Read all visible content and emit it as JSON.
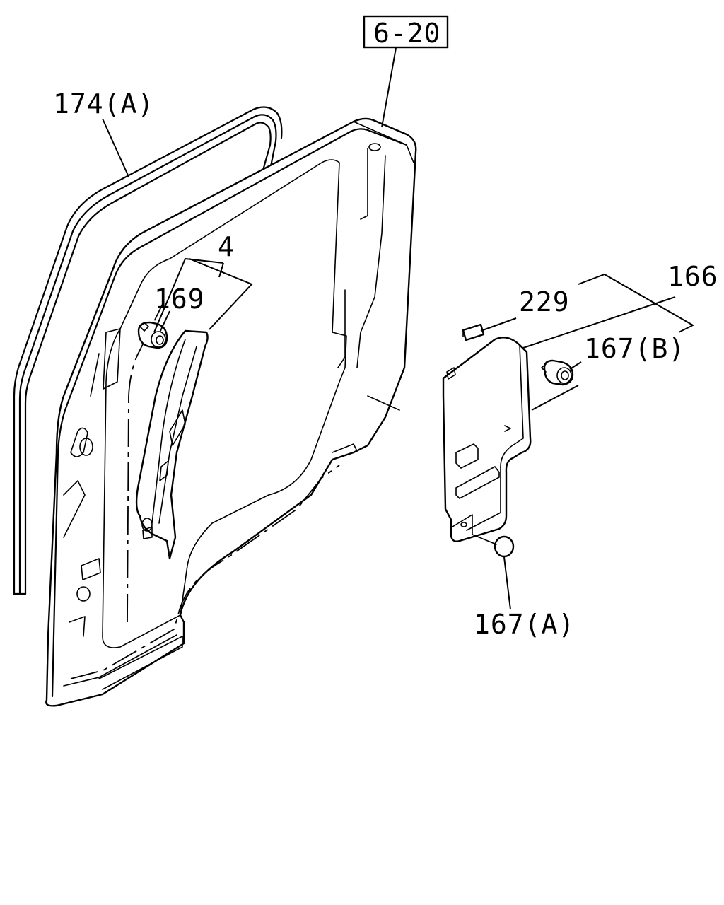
{
  "diagram": {
    "reference": "6-20",
    "callouts": {
      "weatherstrip": "174(A)",
      "glass_run": "4",
      "clip_upper": "169",
      "spacer": "229",
      "trim_panel": "166",
      "clip_b": "167(B)",
      "clip_a": "167(A)"
    }
  }
}
